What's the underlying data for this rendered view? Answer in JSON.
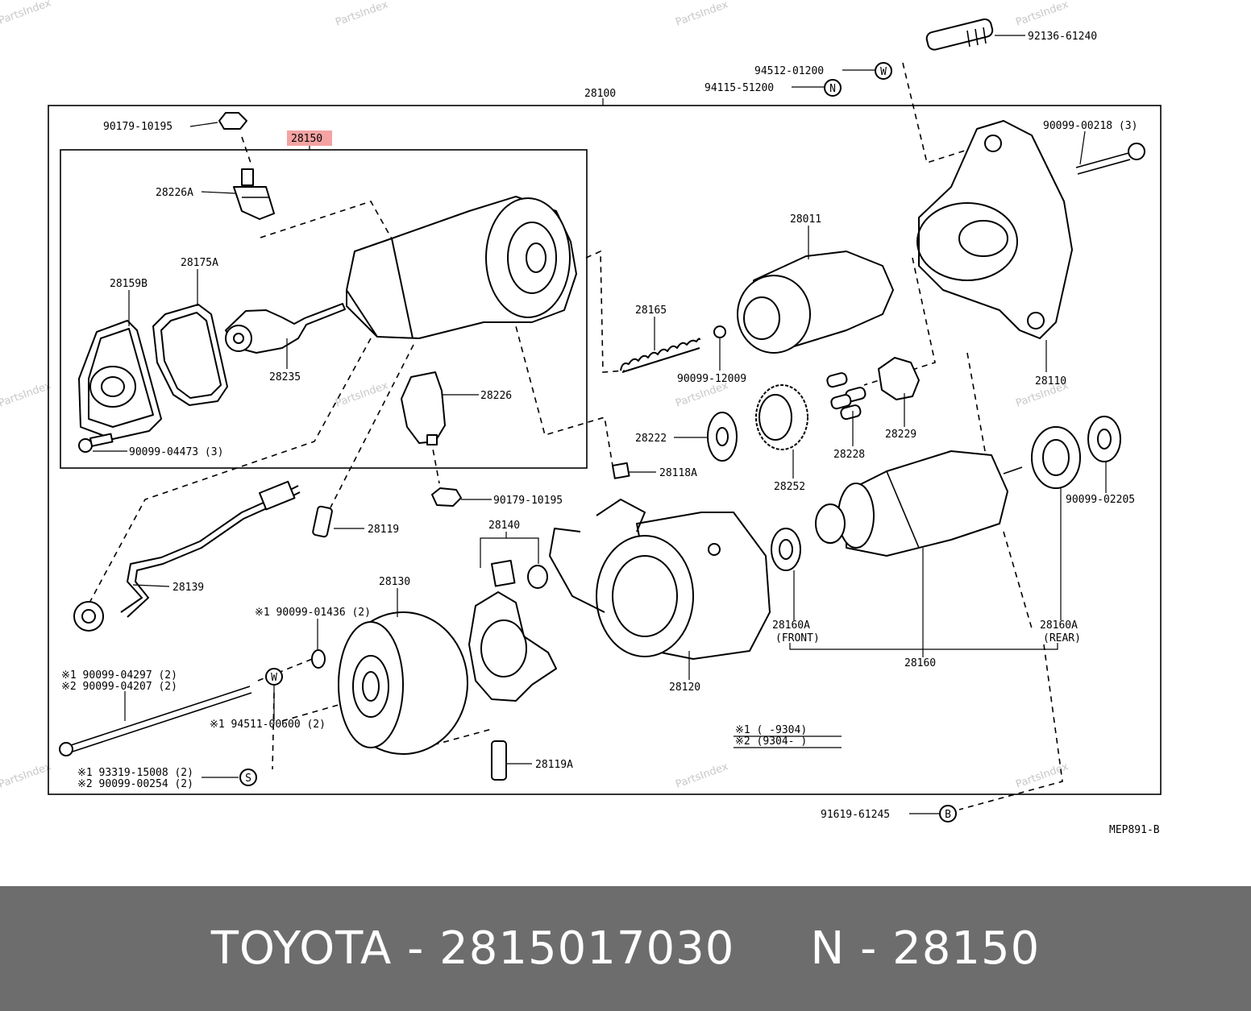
{
  "diagram": {
    "highlighted_label": "28150",
    "drawing_code": "MEP891-B",
    "watermark": "PartsIndex",
    "labels": {
      "p92136": "92136-61240",
      "p94512": "94512-01200",
      "p94115": "94115-51200",
      "p28100": "28100",
      "p90179a": "90179-10195",
      "p90099_00218": "90099-00218 (3)",
      "p28226A": "28226A",
      "p28011": "28011",
      "p28175A": "28175A",
      "p28159B": "28159B",
      "p28165": "28165",
      "p28235": "28235",
      "p90099_12009": "90099-12009",
      "p28110": "28110",
      "p28226": "28226",
      "p28222": "28222",
      "p28228": "28228",
      "p28229": "28229",
      "p90099_04473": "90099-04473 (3)",
      "p28118A": "28118A",
      "p28252": "28252",
      "p90179b": "90179-10195",
      "p90099_02205": "90099-02205",
      "p28119": "28119",
      "p28140": "28140",
      "p28139": "28139",
      "p28130": "28130",
      "p90099_01436": "※1  90099-01436 (2)",
      "p28160A_front": "28160A",
      "p28160A_front_sub": "(FRONT)",
      "p28160A_rear": "28160A",
      "p28160A_rear_sub": "(REAR)",
      "p28160": "28160",
      "p04297": "※1  90099-04297 (2)",
      "p04207": "※2  90099-04207 (2)",
      "p28120": "28120",
      "p94511": "※1  94511-00600 (2)",
      "note1": "※1  (      -9304)",
      "note2": "※2  (9304-      )",
      "p93319": "※1  93319-15008 (2)",
      "p00254": "※2  90099-00254 (2)",
      "p28119A": "28119A",
      "p91619": "91619-61245"
    },
    "circle_letters": {
      "W1": "W",
      "N": "N",
      "W2": "W",
      "S": "S",
      "B": "B"
    }
  },
  "footer": {
    "text": "TOYOTA - 2815017030     N - 28150"
  },
  "colors": {
    "highlight": "#f4a3a3",
    "footer_bg": "#6d6d6d"
  }
}
